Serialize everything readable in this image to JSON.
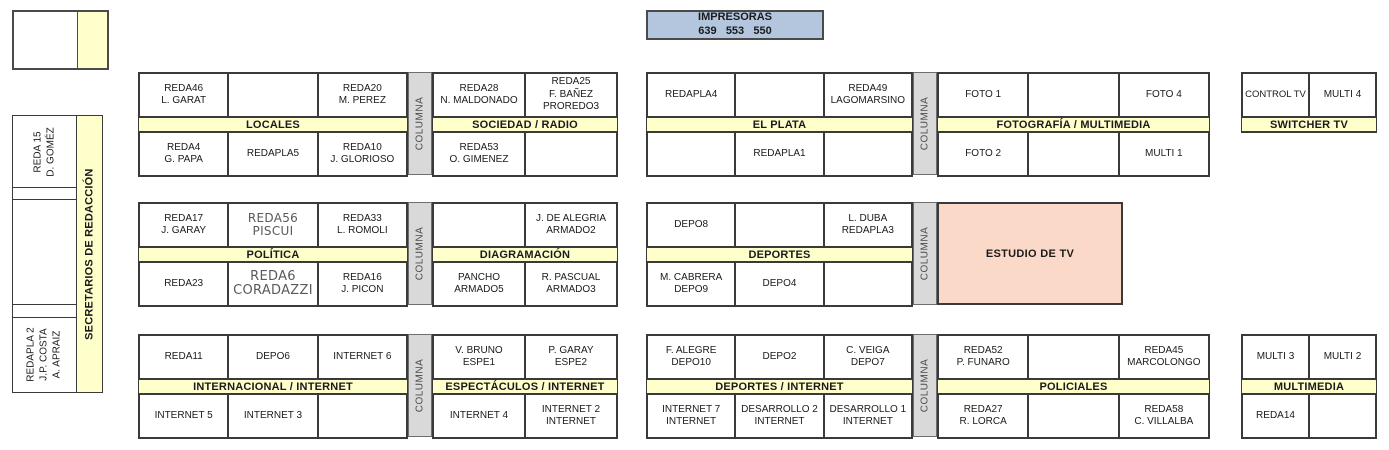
{
  "colors": {
    "band": "#FFFFCC",
    "column": "#D9D9D9",
    "printers": "#B3C6DE",
    "studio": "#FBD9C8",
    "line": "#3A3A3A"
  },
  "printers": {
    "line1": "IMPRESORAS",
    "line2": "639   553   550"
  },
  "left_panel": {
    "reda15": "REDA 15\nD. GOMÉZ",
    "secretarios": "SECRETARIOS DE REDACCIÓN",
    "redapla2": "REDAPLA 2\nJ.P. COSTA\nA. APRAIZ"
  },
  "column_label": "COLUMNA",
  "studio_label": "ESTUDIO DE TV",
  "sections": {
    "locales": {
      "band": "LOCALES",
      "top": [
        "REDA46\nL. GARAT",
        "",
        "REDA20\nM. PEREZ"
      ],
      "bottom": [
        "REDA4\nG. PAPA",
        "REDAPLA5",
        "REDA10\nJ. GLORIOSO"
      ]
    },
    "sociedad_radio": {
      "band": "SOCIEDAD / RADIO",
      "top": [
        "REDA28\nN. MALDONADO",
        "REDA25\nF. BAÑEZ\nPROREDO3"
      ],
      "bottom": [
        "REDA53\nO. GIMENEZ",
        ""
      ]
    },
    "el_plata": {
      "band": "EL PLATA",
      "top": [
        "REDAPLA4",
        "",
        "REDA49\nLAGOMARSINO"
      ],
      "bottom": [
        "",
        "REDAPLA1",
        ""
      ]
    },
    "fotografia_multimedia": {
      "band": "FOTOGRAFÍA / MULTIMEDIA",
      "top": [
        "FOTO 1",
        "",
        "FOTO 4"
      ],
      "bottom": [
        "FOTO 2",
        "",
        "MULTI 1"
      ]
    },
    "switcher_tv": {
      "band": "SWITCHER TV",
      "top": [
        "CONTROL TV",
        "MULTI 4"
      ]
    },
    "politica": {
      "band": "POLÍTICA",
      "top": [
        "REDA17\nJ. GARAY",
        "REDA56\nPISCUI",
        "REDA33\nL. ROMOLI"
      ],
      "bottom": [
        "REDA23",
        "REDA6\nCORADAZZI",
        "REDA16\nJ. PICON"
      ]
    },
    "diagramacion": {
      "band": "DIAGRAMACIÓN",
      "top": [
        "",
        "J. DE ALEGRIA\nARMADO2"
      ],
      "bottom": [
        "PANCHO\nARMADO5",
        "R. PASCUAL\nARMADO3"
      ]
    },
    "deportes": {
      "band": "DEPORTES",
      "top": [
        "DEPO8",
        "",
        "L. DUBA\nREDAPLA3"
      ],
      "bottom": [
        "M. CABRERA\nDEPO9",
        "DEPO4",
        ""
      ]
    },
    "internacional_internet": {
      "band": "INTERNACIONAL / INTERNET",
      "top": [
        "REDA11",
        "DEPO6",
        "INTERNET 6"
      ],
      "bottom": [
        "INTERNET 5",
        "INTERNET 3",
        ""
      ]
    },
    "espectaculos_internet": {
      "band": "ESPECTÁCULOS / INTERNET",
      "top": [
        "V. BRUNO\nESPE1",
        "P. GARAY\nESPE2"
      ],
      "bottom": [
        "INTERNET 4",
        "INTERNET 2\nINTERNET"
      ]
    },
    "deportes_internet": {
      "band": "DEPORTES / INTERNET",
      "top": [
        "F. ALEGRE\nDEPO10",
        "DEPO2",
        "C. VEIGA\nDEPO7"
      ],
      "bottom": [
        "INTERNET 7\nINTERNET",
        "DESARROLLO 2\nINTERNET",
        "DESARROLLO 1\nINTERNET"
      ]
    },
    "policiales": {
      "band": "POLICIALES",
      "top": [
        "REDA52\nP. FUNARO",
        "",
        "REDA45\nMARCOLONGO"
      ],
      "bottom": [
        "REDA27\nR. LORCA",
        "",
        "REDA58\nC. VILLALBA"
      ]
    },
    "multimedia": {
      "band": "MULTIMEDIA",
      "top": [
        "MULTI 3",
        "MULTI 2"
      ],
      "bottom": [
        "REDA14",
        ""
      ]
    }
  }
}
